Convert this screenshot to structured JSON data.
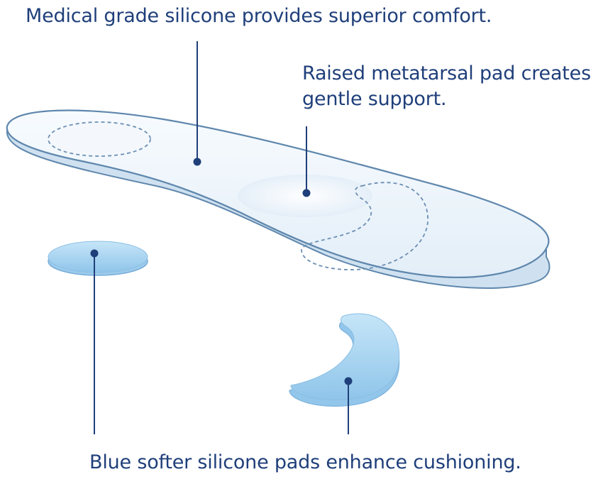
{
  "captions": {
    "silicone": "Medical grade silicone provides superior comfort.",
    "metatarsal_line1": "Raised metatarsal pad creates",
    "metatarsal_line2": "gentle support.",
    "pads": "Blue softer silicone pads enhance cushioning."
  },
  "colors": {
    "text": "#1f3f7a",
    "insole_fill": "#eef5fb",
    "insole_edge": "#5f87ad",
    "blue_pad": "#a9d4f0",
    "leader": "#1f3f7a"
  },
  "icons": [
    "insole-illustration",
    "round-heel-pad",
    "crescent-pad"
  ]
}
